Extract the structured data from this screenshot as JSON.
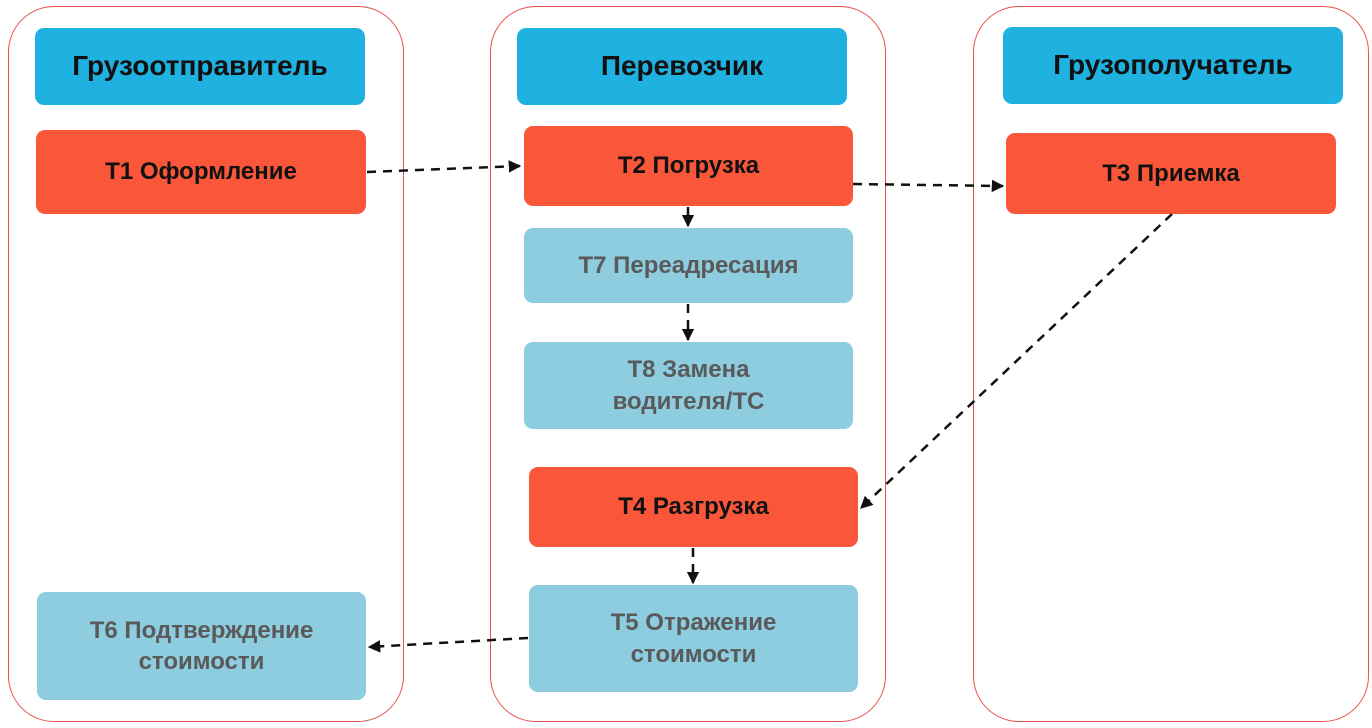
{
  "colors": {
    "lane_border": "#e8504a",
    "header": "#1fb1e0",
    "step_main": "#fa573a",
    "step_optional": "#8ecde0",
    "arrow": "#111111"
  },
  "lanes": [
    {
      "header": "Грузоотправитель",
      "steps": [
        {
          "label": "Т1 Оформление",
          "kind": "main"
        },
        {
          "label": "Т6 Подтверждение стоимости",
          "kind": "optional"
        }
      ]
    },
    {
      "header": "Перевозчик",
      "steps": [
        {
          "label": "Т2 Погрузка",
          "kind": "main"
        },
        {
          "label": "Т7 Переадресация",
          "kind": "optional"
        },
        {
          "label": "Т8 Замена водителя/ТС",
          "kind": "optional"
        },
        {
          "label": "Т4 Разгрузка",
          "kind": "main"
        },
        {
          "label": "Т5 Отражение стоимости",
          "kind": "optional"
        }
      ]
    },
    {
      "header": "Грузополучатель",
      "steps": [
        {
          "label": "Т3 Приемка",
          "kind": "main"
        }
      ]
    }
  ],
  "connections": [
    {
      "from": "Т1",
      "to": "Т2",
      "style": "dashed"
    },
    {
      "from": "Т2",
      "to": "Т3",
      "style": "dashed"
    },
    {
      "from": "Т2",
      "to": "Т7",
      "style": "dashed"
    },
    {
      "from": "Т7",
      "to": "Т8",
      "style": "dashed"
    },
    {
      "from": "Т3",
      "to": "Т4",
      "style": "dashed"
    },
    {
      "from": "Т4",
      "to": "Т5",
      "style": "dashed"
    },
    {
      "from": "Т5",
      "to": "Т6",
      "style": "dashed"
    }
  ]
}
